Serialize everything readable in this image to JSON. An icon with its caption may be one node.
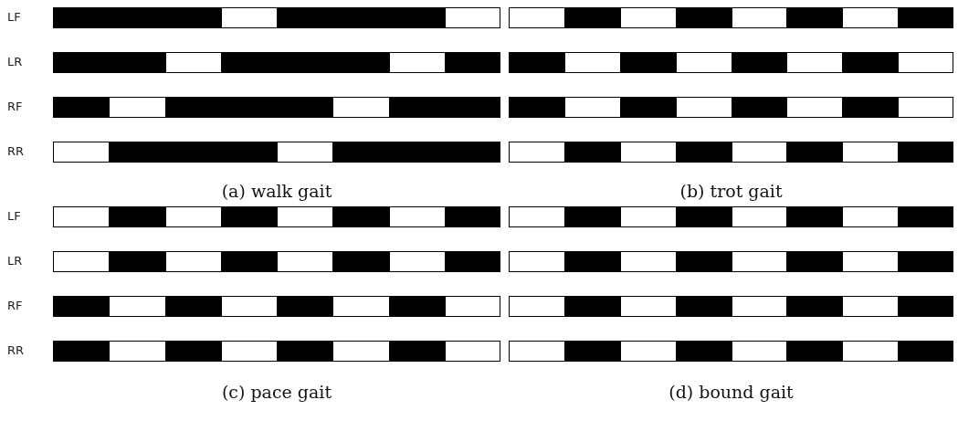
{
  "diagram": {
    "labels": [
      "LF",
      "LR",
      "RF",
      "RR",
      "(a) walk gait",
      "(b) trot gait",
      "LF",
      "LR",
      "RF",
      "RR",
      "(c) pace gait",
      "(d) bound gait"
    ]
  }
}
